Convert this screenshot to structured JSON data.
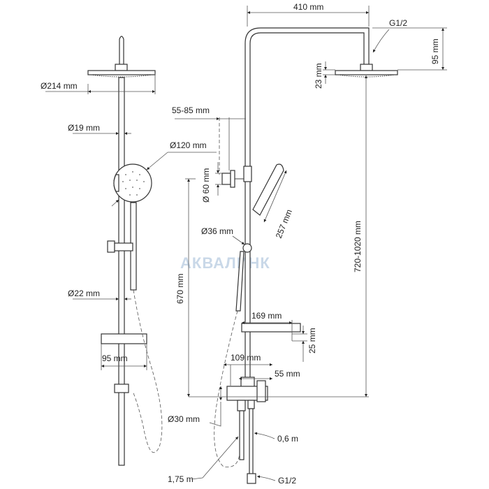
{
  "watermark": "АКВАЛИНК",
  "front_view": {
    "rain_head_diameter": "Ø214 mm",
    "pipe_diameter": "Ø19 mm",
    "hand_shower_diameter": "Ø120 mm",
    "lower_pipe_diameter": "Ø22 mm",
    "soap_dish_width": "95 mm"
  },
  "side_view": {
    "arm_length": "410 mm",
    "top_connection": "G1/2",
    "head_drop": "95 mm",
    "head_height": "23 mm",
    "wall_offset": "55-85 mm",
    "bracket_diameter": "Ø 60 mm",
    "knob_diameter": "Ø36 mm",
    "hand_shower_length": "257 mm",
    "slide_height": "670 mm",
    "adjustable_height": "720-1020 mm",
    "spout_length": "169 mm",
    "spout_height": "25 mm",
    "mixer_width": "109 mm",
    "mixer_offset": "55 mm",
    "mixer_diameter": "Ø30 mm",
    "supply_hose_length": "0,6 m",
    "shower_hose_length": "1,75 m",
    "bottom_connection": "G1/2"
  }
}
